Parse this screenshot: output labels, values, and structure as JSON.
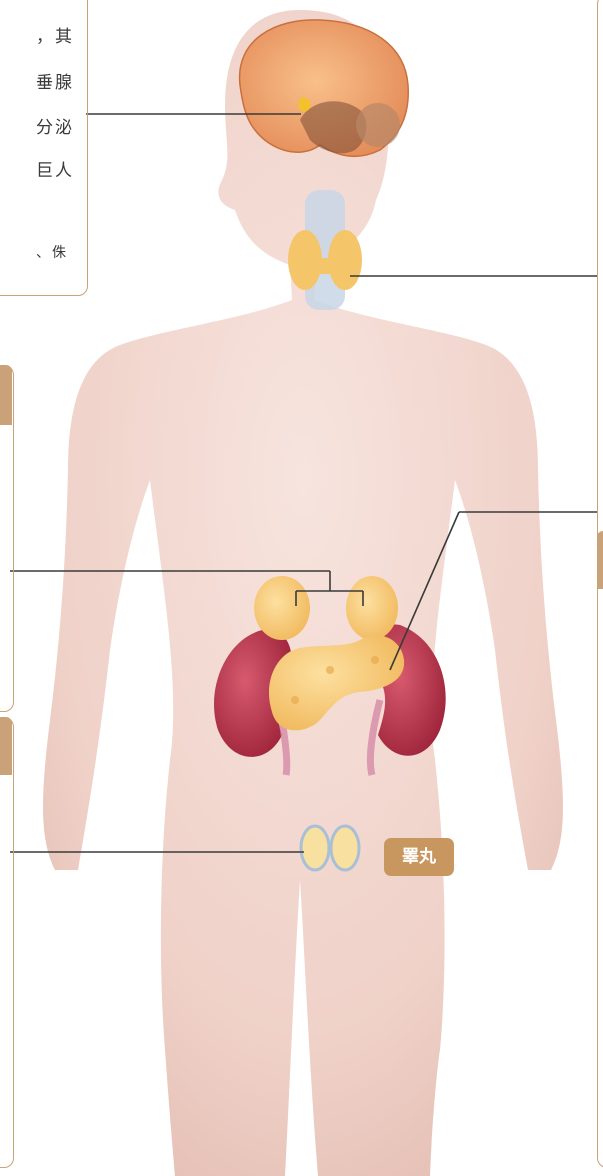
{
  "left_panel_text": {
    "line1": "，其",
    "line2": "垂腺",
    "line3": "分泌",
    "line4": "巨人",
    "line5": "、侏"
  },
  "organ_label": {
    "testis": "睪丸"
  },
  "colors": {
    "frame_border": "#c9a27a",
    "label_fill": "#c8965f",
    "skin": "#f2d6cf",
    "kidney": "#b8344a",
    "pancreas": "#f7c56e",
    "brain": "#f0a070"
  },
  "icons": {
    "figure": "human-body-illustration",
    "brain": "brain-icon",
    "thyroid": "thyroid-icon",
    "adrenal": "adrenal-gland-icon",
    "pancreas": "pancreas-icon",
    "kidney": "kidney-icon",
    "testis": "testis-icon"
  }
}
